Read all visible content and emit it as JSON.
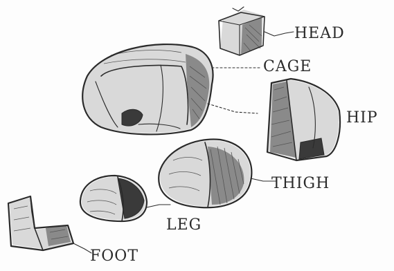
{
  "labels": {
    "head": "HEAD",
    "cage": "CAGE",
    "hip": "HIP",
    "thigh": "THIGH",
    "leg": "LEG",
    "foot": "FOOT"
  },
  "colors": {
    "ink": "#2a2a2a",
    "paper": "#fdfdfd"
  }
}
